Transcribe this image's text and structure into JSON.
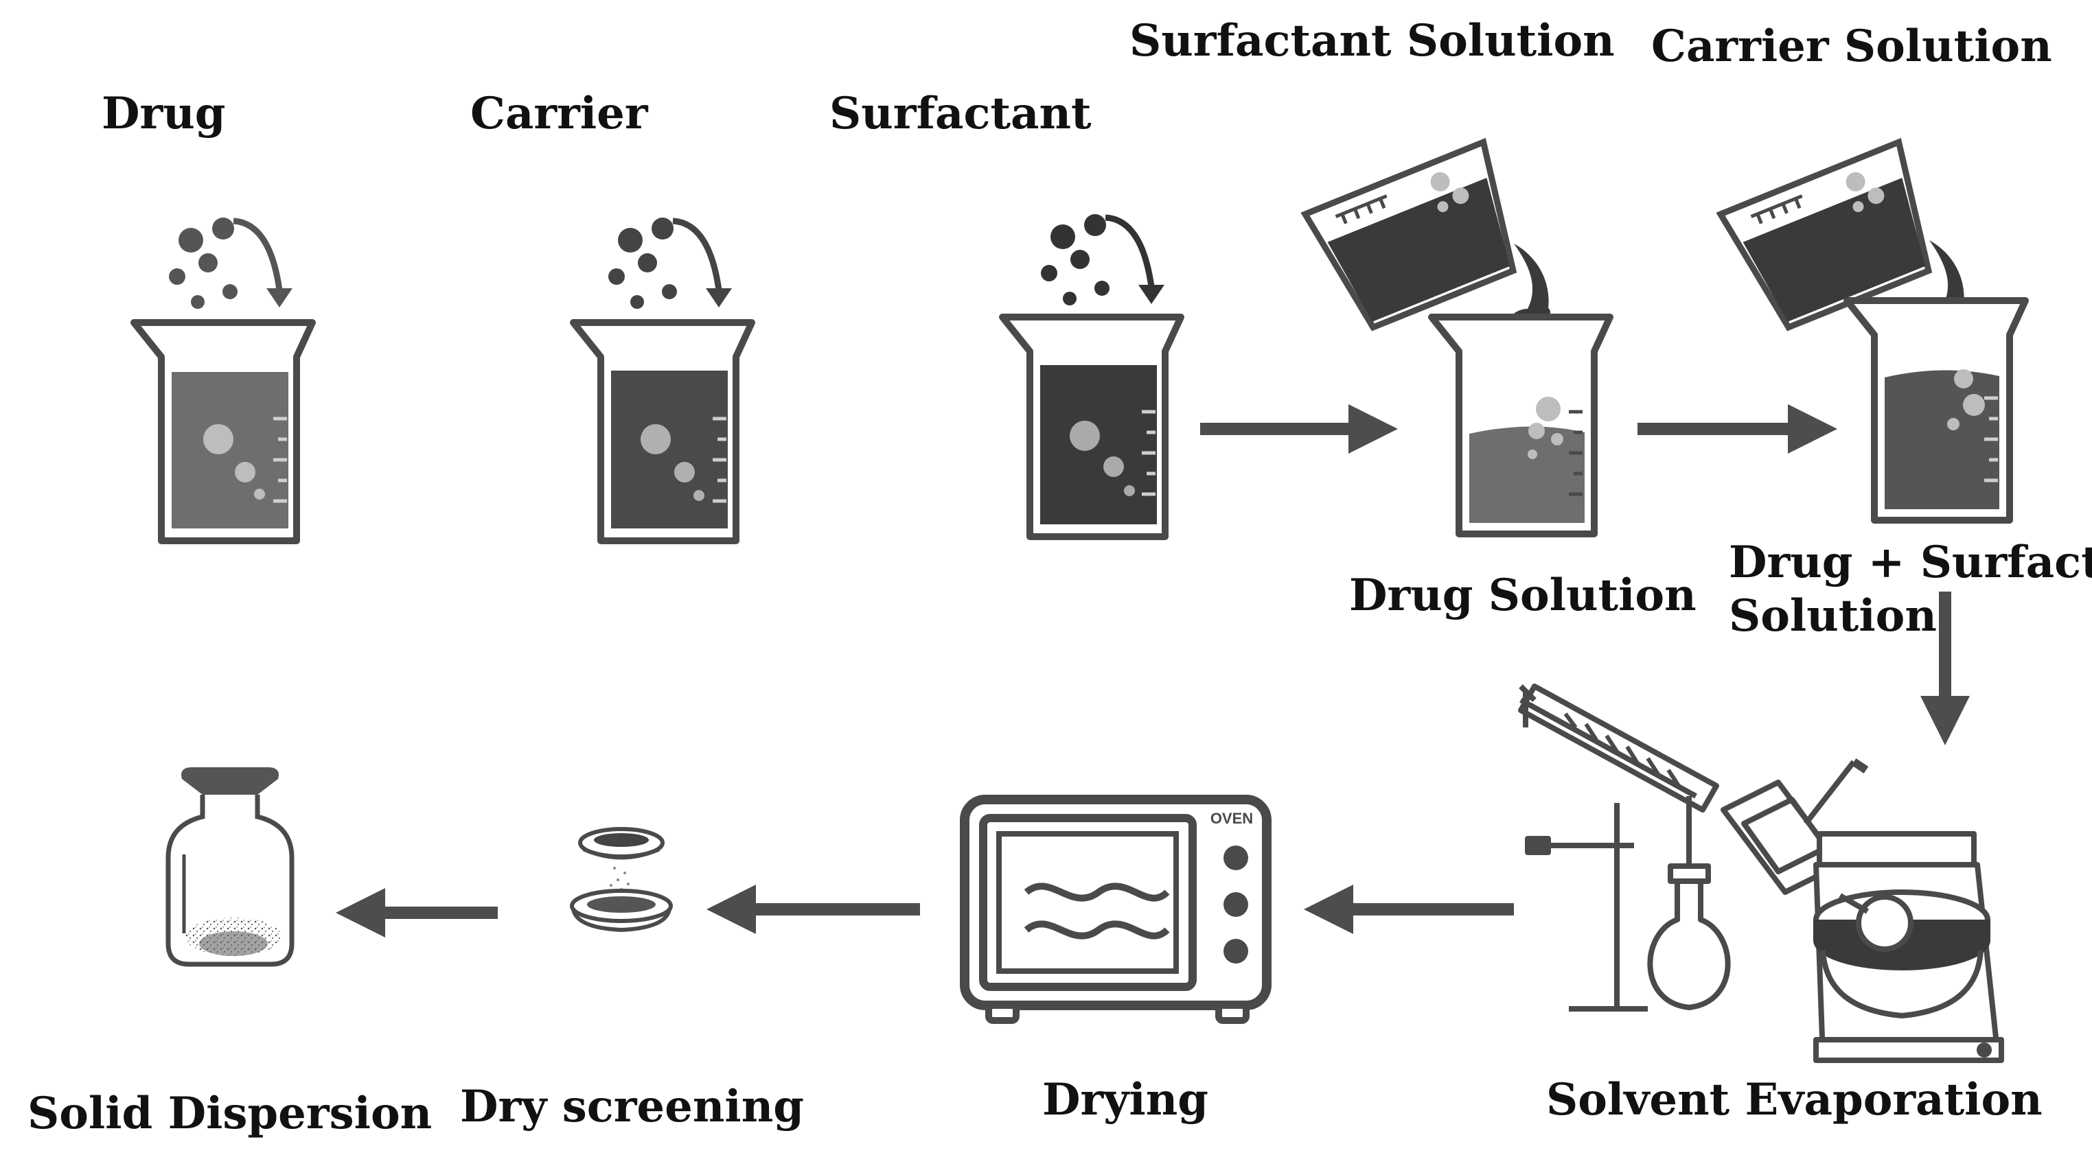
{
  "labels": {
    "drug": "Drug",
    "carrier": "Carrier",
    "surfactant": "Surfactant",
    "surfactant_solution": "Surfactant Solution",
    "carrier_solution": "Carrier Solution",
    "drug_solution": "Drug Solution",
    "drug_surfactant_line1": "Drug + Surfactant",
    "drug_surfactant_line2": "Solution",
    "solvent_evaporation": "Solvent Evaporation",
    "drying": "Drying",
    "dry_screening": "Dry screening",
    "solid_dispersion": "Solid Dispersion",
    "oven_text": "OVEN"
  },
  "colors": {
    "outline": "#4a4a4a",
    "liquid_light": "#6e6e6e",
    "liquid_dark": "#3a3a3a",
    "bubble": "#bdbdbd",
    "arrow": "#4d4d4d",
    "text": "#111111"
  }
}
